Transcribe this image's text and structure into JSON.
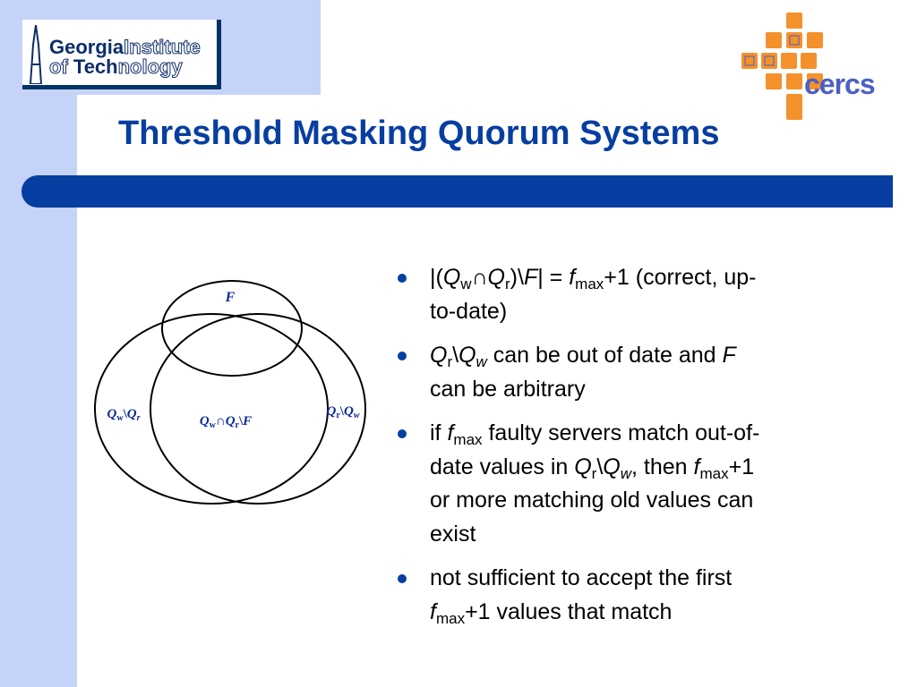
{
  "logos": {
    "gatech": {
      "line1_bold": "Georgia",
      "line1_outline": "Institute",
      "line2_outline_a": "of ",
      "line2_bold": "Tech",
      "line2_outline_b": "nology"
    },
    "cercs": {
      "text": "cercs",
      "accent": "#f5912c",
      "text_color": "#4a60c4"
    }
  },
  "slide": {
    "title": "Threshold Masking Quorum Systems",
    "accent_color": "#073ea1",
    "sidebar_color": "#c6d3f9"
  },
  "venn": {
    "label_f": "F",
    "label_left": {
      "a": "Q",
      "a_sub": "w",
      "sep": "\\",
      "b": "Q",
      "b_sub": "r"
    },
    "label_center": {
      "a": "Q",
      "a_sub": "w",
      "op": "∩",
      "b": "Q",
      "b_sub": "r",
      "sep": "\\",
      "c": "F"
    },
    "label_right": {
      "a": "Q",
      "a_sub": "r",
      "sep": "\\",
      "b": "Q",
      "b_sub": "w"
    }
  },
  "bullets": [
    {
      "l1_a": "|(",
      "q1": "Q",
      "q1_sub": "w",
      "op": "∩",
      "q2": "Q",
      "q2_sub": "r",
      "l1_b": ")\\",
      "f": "F",
      "l1_c": "| = ",
      "fmax": "f",
      "fmax_sub": "max",
      "l1_d": "+1 (correct, up-",
      "l2": "to-date)"
    },
    {
      "q1": "Q",
      "q1_sub": "r",
      "sep": "\\",
      "q2": "Q",
      "q2_sub": "w",
      "l1_a": " can be out of date and ",
      "f": "F",
      "l2": "can be arbitrary"
    },
    {
      "l1_a": "if ",
      "fmax": "f",
      "fmax_sub": "max",
      "l1_b": " faulty servers match out-of-",
      "l2_a": "date values in ",
      "q1": "Q",
      "q1_sub": "r",
      "sep": "\\",
      "q2": "Q",
      "q2_sub": "w",
      "l2_b": ", then ",
      "fmax2": "f",
      "fmax2_sub": "max",
      "l2_c": "+1",
      "l3": "or more matching old values can",
      "l4": "exist"
    },
    {
      "l1": "not sufficient to accept the first",
      "fmax": "f",
      "fmax_sub": "max",
      "l2_a": "+1 values that match"
    }
  ]
}
